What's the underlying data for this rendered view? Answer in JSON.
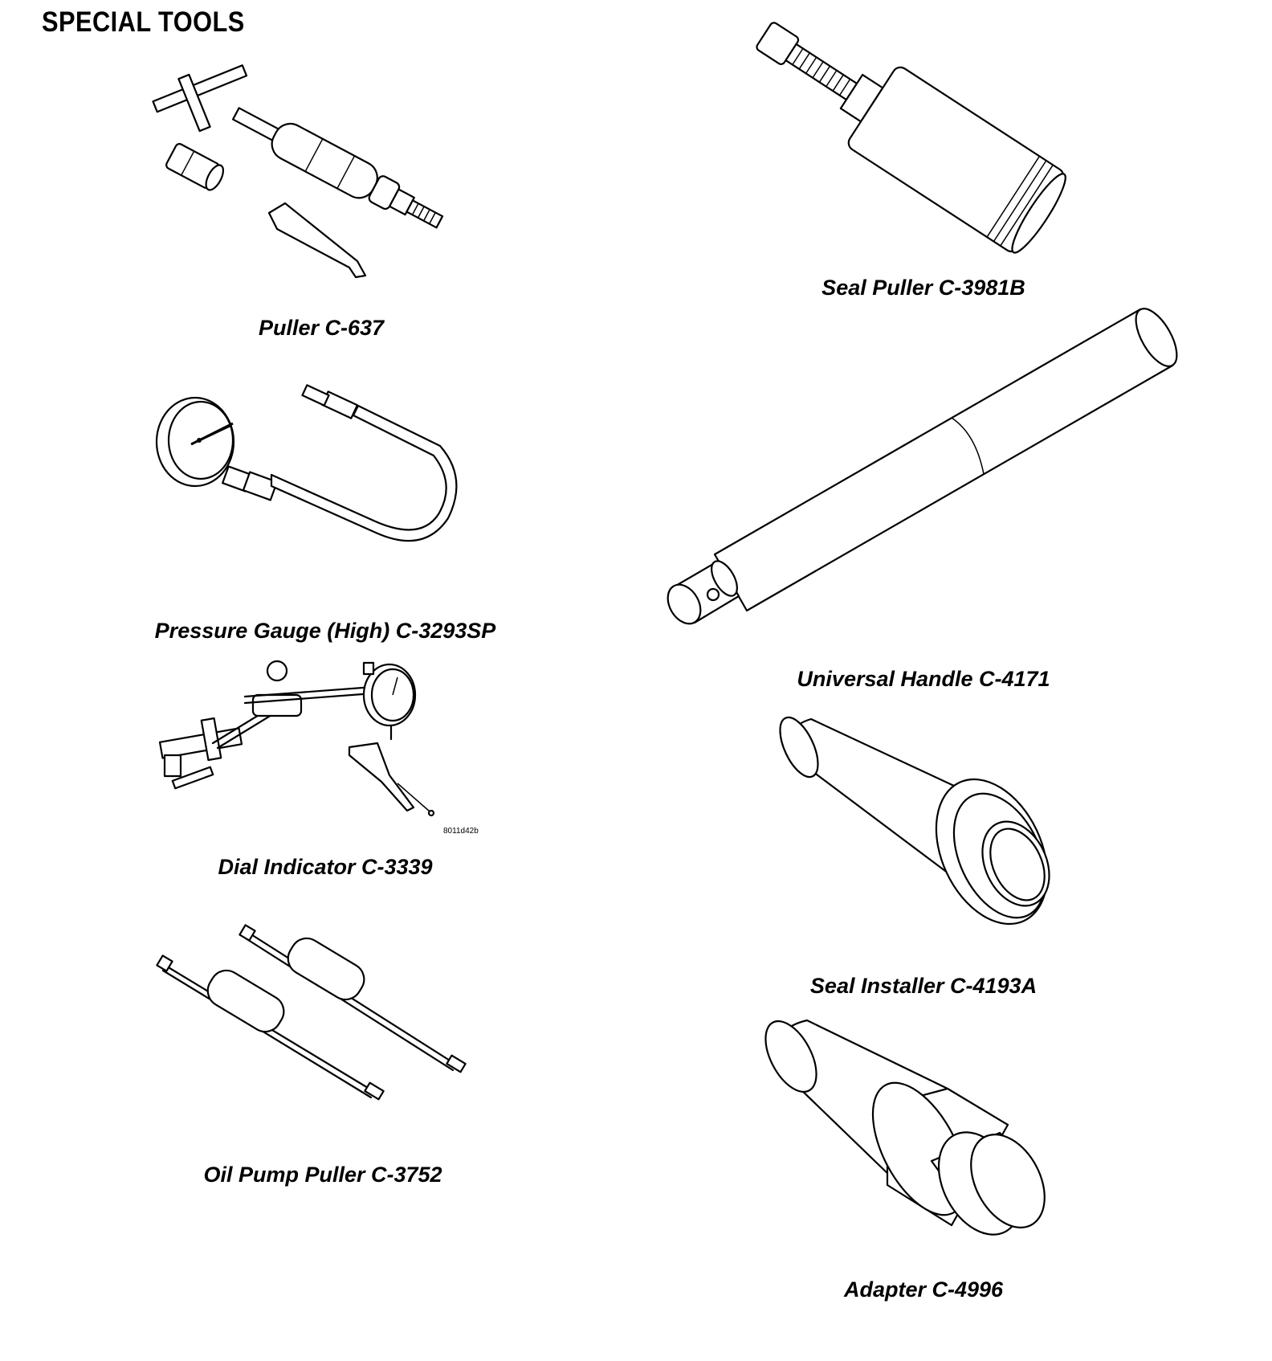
{
  "page": {
    "heading": "SPECIAL TOOLS"
  },
  "tools": [
    {
      "caption": "Puller C-637",
      "icon": "puller-icon"
    },
    {
      "caption": "Pressure Gauge (High) C-3293SP",
      "icon": "pressure-gauge-icon"
    },
    {
      "caption": "Dial Indicator C-3339",
      "icon": "dial-indicator-icon",
      "figure_code": "8011d42b"
    },
    {
      "caption": "Oil Pump Puller C-3752",
      "icon": "oil-pump-puller-icon"
    },
    {
      "caption": "Seal Puller C-3981B",
      "icon": "seal-puller-icon"
    },
    {
      "caption": "Universal Handle C-4171",
      "icon": "universal-handle-icon"
    },
    {
      "caption": "Seal Installer C-4193A",
      "icon": "seal-installer-icon"
    },
    {
      "caption": "Adapter C-4996",
      "icon": "adapter-icon"
    }
  ]
}
